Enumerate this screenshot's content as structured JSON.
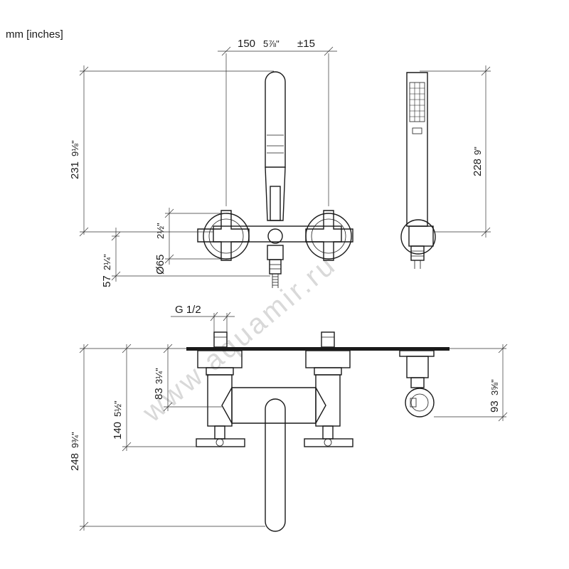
{
  "units_label": "mm [inches]",
  "watermark": "www.aquamir.ru",
  "dimensions": {
    "d150": "150",
    "d150_in": "5⅞\"",
    "d150_tol": "±15",
    "d231": "231",
    "d231_in": "9⅛\"",
    "d65": "Ø65",
    "d65_in": "2½\"",
    "d57": "57",
    "d57_in": "2¼\"",
    "d228": "228",
    "d228_in": "9\"",
    "g12": "G 1/2",
    "d248": "248",
    "d248_in": "9¾\"",
    "d140": "140",
    "d140_in": "5½\"",
    "d83": "83",
    "d83_in": "3¼\"",
    "d93": "93",
    "d93_in": "3⅝\""
  }
}
